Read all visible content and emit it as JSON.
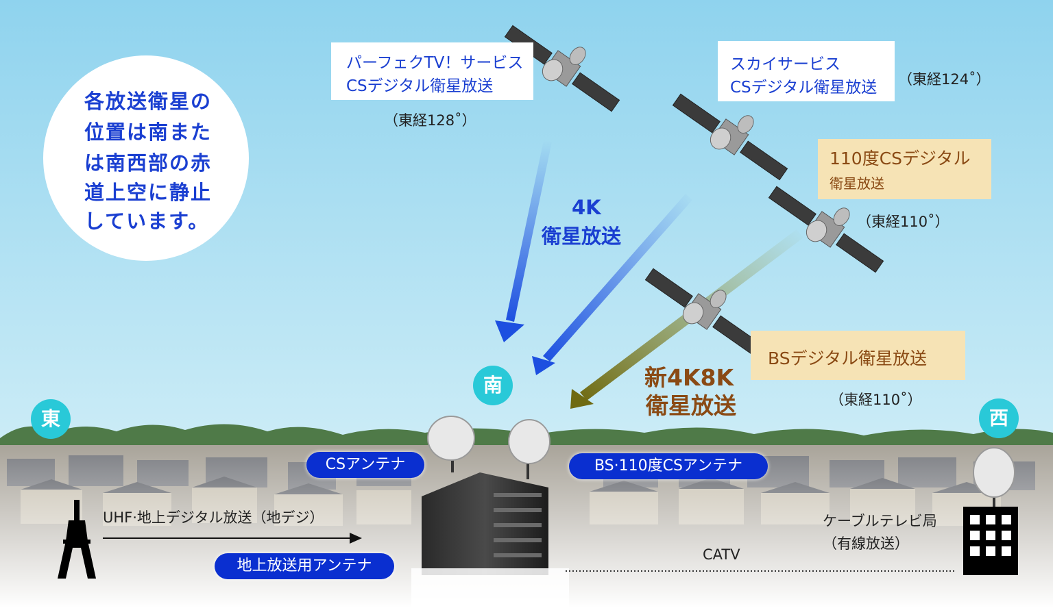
{
  "info": {
    "lines": [
      "各放送衛星の",
      "位置は南また",
      "は南西部の赤",
      "道上空に静止",
      "しています。"
    ]
  },
  "satellites": {
    "perfect_tv": {
      "line1": "パーフェクTV！サービス",
      "line2": "CSデジタル衛星放送",
      "longitude": "（東経128˚）"
    },
    "sky": {
      "line1": "スカイサービス",
      "line2": "CSデジタル衛星放送",
      "longitude": "（東経124˚）"
    },
    "cs110": {
      "line1": "110度CSデジタル",
      "line2": "衛星放送",
      "longitude": "（東経110˚）"
    },
    "bs": {
      "label": "BSデジタル衛星放送",
      "longitude": "（東経110˚）"
    }
  },
  "beams": {
    "k4": {
      "line1": "4K",
      "line2": "衛星放送"
    },
    "k8": {
      "line1": "新4K8K",
      "line2": "衛星放送"
    }
  },
  "directions": {
    "east": "東",
    "south": "南",
    "west": "西"
  },
  "antennas": {
    "cs": "CSアンテナ",
    "bs_cs": "BS·110度CSアンテナ",
    "terrestrial": "地上放送用アンテナ"
  },
  "terrestrial_label": "UHF·地上デジタル放送（地デジ）",
  "catv": {
    "station_line1": "ケーブルテレビ局",
    "station_line2": "（有線放送）",
    "line_label": "CATV"
  },
  "colors": {
    "sky_top": "#8fd3ee",
    "sky_bottom": "#e9f6fb",
    "blue_beam": "#1c4fe0",
    "olive_beam": "#6f6a12",
    "pill_blue": "#0a2fd0",
    "badge_cyan": "#29c9d8",
    "tan_box": "#f6e3b5"
  }
}
